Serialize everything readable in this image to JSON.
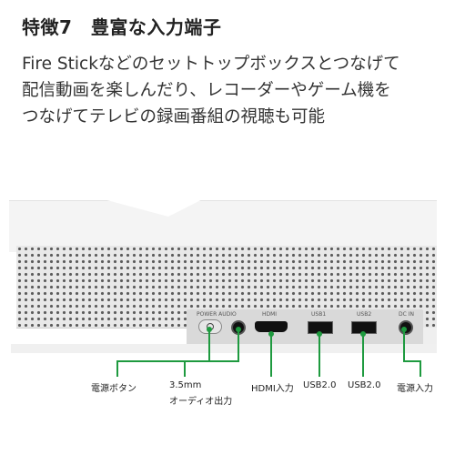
{
  "feature": {
    "title": "特徴7　豊富な入力端子",
    "description_lines": [
      "Fire Stickなどのセットトップボックスとつなげて",
      "配信動画を楽しんだり、レコーダーやゲーム機を",
      "つなげてテレビの録画番組の視聴も可能"
    ]
  },
  "device": {
    "port_labels": {
      "power_audio": "POWER AUDIO",
      "hdmi": "HDMI",
      "usb1": "USB1",
      "usb2": "USB2",
      "dcin": "DC IN"
    }
  },
  "callouts": {
    "power_button": "電源ボタン",
    "audio_line1": "3.5mm",
    "audio_line2": "オーディオ出力",
    "hdmi_input": "HDMI入力",
    "usb1": "USB2.0",
    "usb2": "USB2.0",
    "power_input": "電源入力"
  },
  "colors": {
    "callout_green": "#1e9a3f"
  }
}
